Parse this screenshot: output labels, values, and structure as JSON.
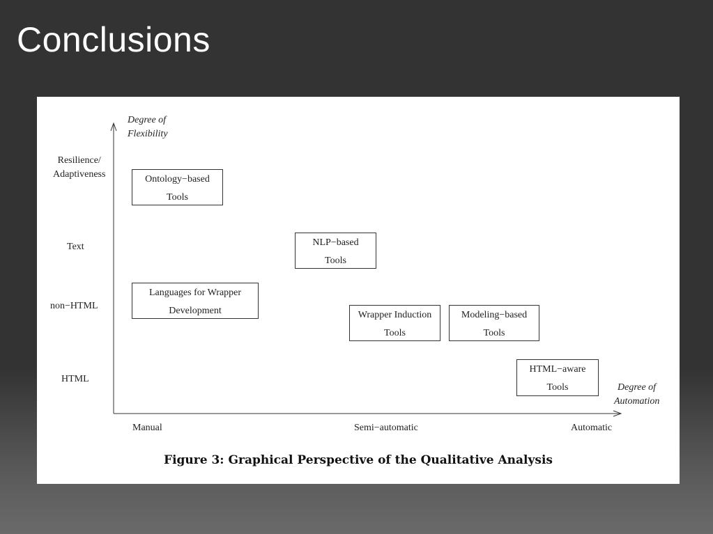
{
  "slide": {
    "title": "Conclusions"
  },
  "figure": {
    "y_axis_title": [
      "Degree of",
      "Flexibility"
    ],
    "x_axis_title": [
      "Degree of",
      "Automation"
    ],
    "y_levels": [
      "Resilience/\nAdaptiveness",
      "Text",
      "non−HTML",
      "HTML"
    ],
    "y_level_1a": "Resilience/",
    "y_level_1b": "Adaptiveness",
    "y_level_2": "Text",
    "y_level_3": "non−HTML",
    "y_level_4": "HTML",
    "x_level_1": "Manual",
    "x_level_2": "Semi−automatic",
    "x_level_3": "Automatic",
    "boxes": {
      "ontology": [
        "Ontology−based",
        "Tools"
      ],
      "nlp": [
        "NLP−based",
        "Tools"
      ],
      "languages": [
        "Languages for Wrapper",
        "Development"
      ],
      "wrapper_induction": [
        "Wrapper Induction",
        "Tools"
      ],
      "modeling": [
        "Modeling−based",
        "Tools"
      ],
      "html_aware": [
        "HTML−aware",
        "Tools"
      ]
    },
    "caption": "Figure 3:  Graphical Perspective of the Qualitative Analysis"
  }
}
